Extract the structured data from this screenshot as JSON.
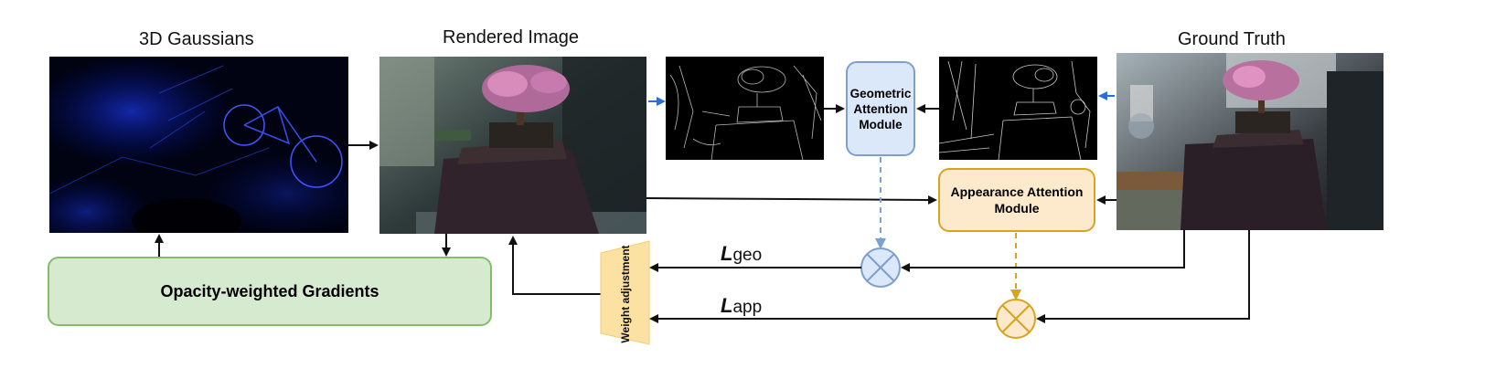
{
  "titles": {
    "gaussians": "3D Gaussians",
    "rendered": "Rendered Image",
    "ground_truth": "Ground Truth"
  },
  "modules": {
    "geometric": "Geometric Attention Module",
    "appearance": "Appearance Attention Module",
    "gradients": "Opacity-weighted Gradients",
    "weight": "Weight adjustment"
  },
  "losses": {
    "geo_symbol": "L",
    "geo_sub": "geo",
    "app_symbol": "L",
    "app_sub": "app"
  },
  "colors": {
    "geometric_fill": "#dbe8fa",
    "geometric_border": "#7e9fcc",
    "appearance_fill": "#fde9cc",
    "appearance_border": "#d9a320",
    "gradients_fill": "#d6ead0",
    "gradients_border": "#84bd6a",
    "weight_fill": "#fbe2a2",
    "dashed_blue": "#7aa2d4",
    "dashed_orange": "#d9a320",
    "blue_arrow": "#2a6fd6"
  }
}
